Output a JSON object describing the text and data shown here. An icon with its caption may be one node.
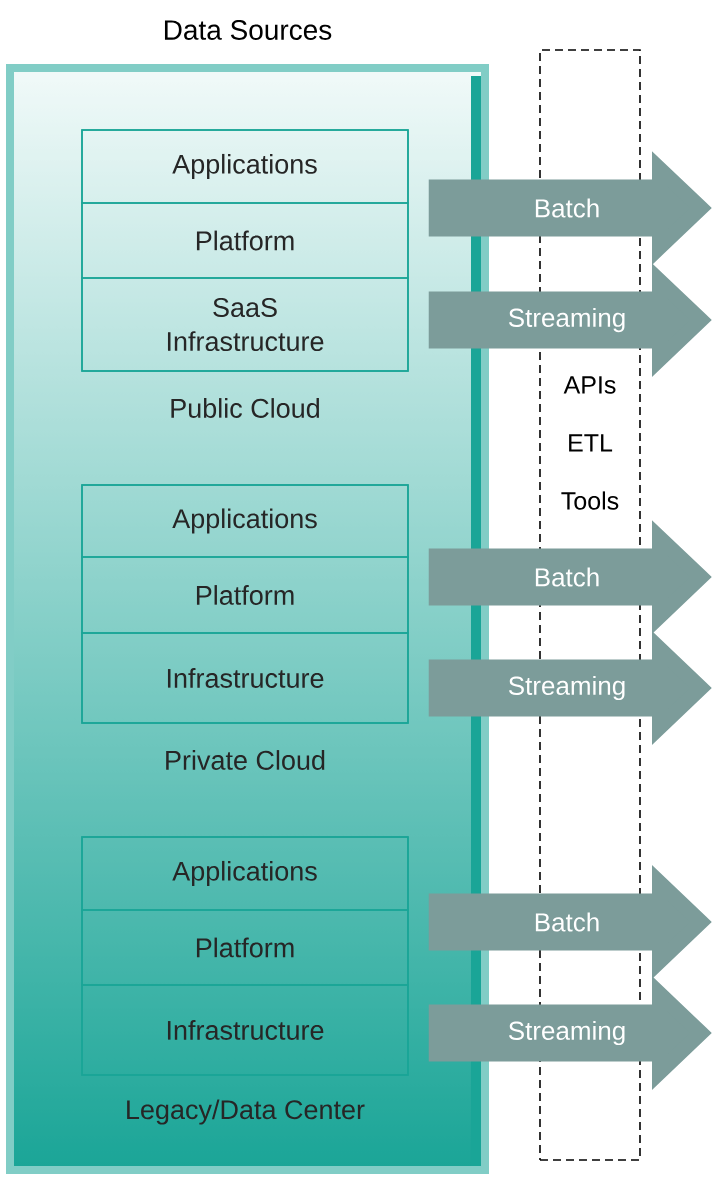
{
  "diagram": {
    "nodes": [
      {
        "text": [
          "Data Sources"
        ]
      },
      {
        "text": [
          "Public Cloud"
        ],
        "in": 0
      },
      {
        "text": [
          "Applications"
        ],
        "in": 1
      },
      {
        "text": [
          "Platform"
        ],
        "in": 1
      },
      {
        "text": [
          "SaaS Infrastructure"
        ],
        "in": 1
      },
      {
        "text": [
          "Private Cloud"
        ],
        "in": 0
      },
      {
        "text": [
          "Applications"
        ],
        "in": 5
      },
      {
        "text": [
          "Platform"
        ],
        "in": 5
      },
      {
        "text": [
          "Infrastructure"
        ],
        "in": 5
      },
      {
        "text": [
          "Legacy/Data Center"
        ],
        "in": 0
      },
      {
        "text": [
          "Applications"
        ],
        "in": 9
      },
      {
        "text": [
          "Platform"
        ],
        "in": 9
      },
      {
        "text": [
          "Infrastructure"
        ],
        "in": 9
      },
      {
        "text": [
          "APIs ETL Tools"
        ]
      }
    ],
    "edges": [
      {
        "from": 1,
        "to": null,
        "arrow": "to",
        "label": "Batch"
      },
      {
        "from": 1,
        "to": null,
        "arrow": "to",
        "label": "Streaming"
      },
      {
        "from": 5,
        "to": null,
        "arrow": "to",
        "label": "Batch"
      },
      {
        "from": 5,
        "to": null,
        "arrow": "to",
        "label": "Streaming"
      },
      {
        "from": 9,
        "to": null,
        "arrow": "to",
        "label": "Batch"
      },
      {
        "from": 9,
        "to": null,
        "arrow": "to",
        "label": "Streaming"
      }
    ]
  }
}
